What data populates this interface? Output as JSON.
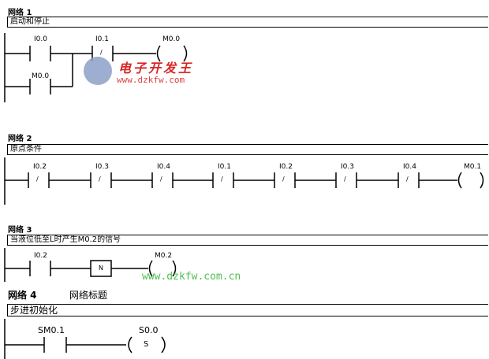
{
  "networks": [
    {
      "title": "网络 1",
      "comment": "启动和停止",
      "contacts": [
        {
          "label": "I0.0",
          "mark": ""
        },
        {
          "label": "I0.1",
          "mark": "/"
        },
        {
          "label": "M0.0",
          "mark": ""
        }
      ],
      "coil": {
        "label": "M0.0",
        "mark": ""
      }
    },
    {
      "title": "网络 2",
      "comment": "原点条件",
      "contacts": [
        {
          "label": "I0.2",
          "mark": "/"
        },
        {
          "label": "I0.3",
          "mark": "/"
        },
        {
          "label": "I0.4",
          "mark": "/"
        },
        {
          "label": "I0.1",
          "mark": "/"
        },
        {
          "label": "I0.2",
          "mark": "/"
        },
        {
          "label": "I0.3",
          "mark": "/"
        },
        {
          "label": "I0.4",
          "mark": "/"
        }
      ],
      "coil": {
        "label": "M0.1",
        "mark": ""
      }
    },
    {
      "title": "网络 3",
      "comment": "当液位低至L时产生M0.2的信号",
      "contacts": [
        {
          "label": "I0.2",
          "mark": ""
        },
        {
          "label": "",
          "mark": "N"
        }
      ],
      "coil": {
        "label": "M0.2",
        "mark": ""
      }
    },
    {
      "title": "网络 4",
      "subtitle": "网络标题",
      "comment": "步进初始化",
      "contacts": [
        {
          "label": "SM0.1",
          "mark": ""
        }
      ],
      "coil": {
        "label": "S0.0",
        "mark": "S"
      }
    }
  ],
  "watermark": {
    "logo_icon": "w-circle-logo-icon",
    "brand": "电子开发王",
    "url_top": "www.dzkfw.com",
    "url_bottom": "www.dzkfw.com.cn",
    "colors": {
      "brand": "#d92626",
      "url_bottom": "#4fbf4f",
      "logo": "#8da0c8"
    }
  }
}
